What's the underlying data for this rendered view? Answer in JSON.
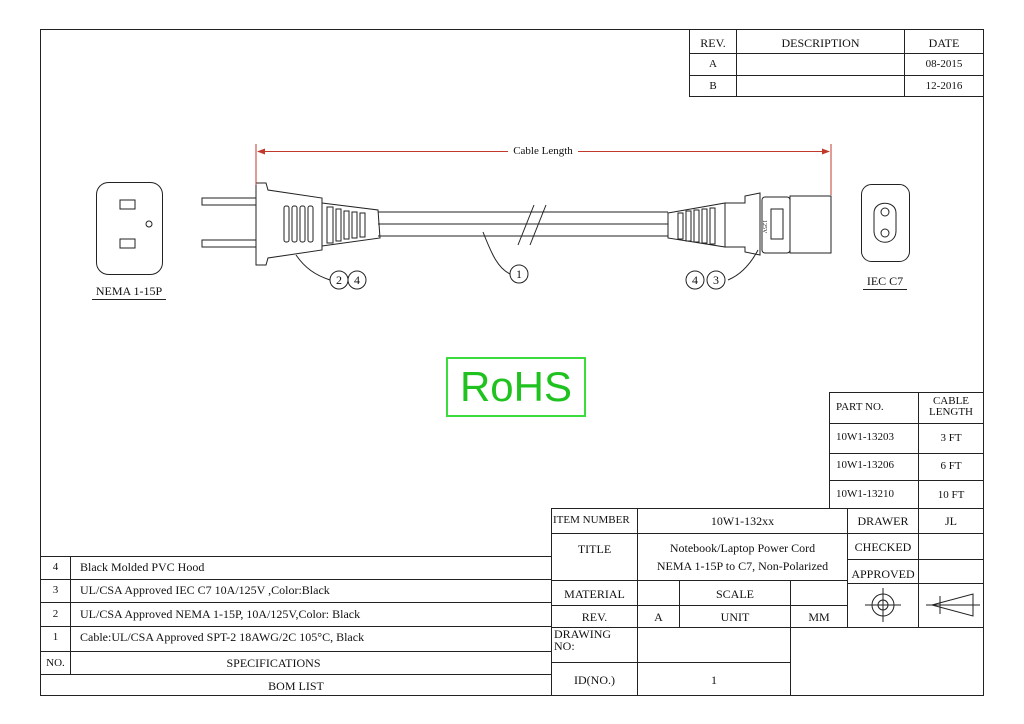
{
  "revision_table": {
    "headers": [
      "REV.",
      "DESCRIPTION",
      "DATE"
    ],
    "rows": [
      {
        "rev": "A",
        "description": "",
        "date": "08-2015"
      },
      {
        "rev": "B",
        "description": "",
        "date": "12-2016"
      }
    ]
  },
  "drawing": {
    "cable_length_label": "Cable Length",
    "plug_face_label": "NEMA 1-15P",
    "connector_face_label": "IEC C7",
    "connector_rating_text": "125V",
    "balloons": [
      "2",
      "4",
      "1",
      "4",
      "3"
    ]
  },
  "rohs": {
    "label": "RoHS",
    "color": "#1fc21f"
  },
  "part_table": {
    "headers": [
      "PART NO.",
      "CABLE\nLENGTH"
    ],
    "rows": [
      {
        "part_no": "10W1-13203",
        "length": "3 FT"
      },
      {
        "part_no": "10W1-13206",
        "length": "6 FT"
      },
      {
        "part_no": "10W1-13210",
        "length": "10 FT"
      }
    ]
  },
  "title_block": {
    "item_number_label": "ITEM NUMBER",
    "item_number": "10W1-132xx",
    "drawer_label": "DRAWER",
    "drawer": "JL",
    "title_label": "TITLE",
    "title_line1": "Notebook/Laptop Power Cord",
    "title_line2": "NEMA 1-15P to C7, Non-Polarized",
    "checked_label": "CHECKED",
    "approved_label": "APPROVED",
    "material_label": "MATERIAL",
    "scale_label": "SCALE",
    "rev_label": "REV.",
    "rev": "A",
    "unit_label": "UNIT",
    "unit": "MM",
    "drawing_no_label": "DRAWING\nNO:",
    "id_label": "ID(NO.)",
    "id": "1"
  },
  "bom": {
    "rows": [
      {
        "no": "4",
        "spec": "Black Molded PVC Hood"
      },
      {
        "no": "3",
        "spec": "UL/CSA Approved IEC C7 10A/125V ,Color:Black"
      },
      {
        "no": "2",
        "spec": "UL/CSA Approved NEMA 1-15P, 10A/125V,Color: Black"
      },
      {
        "no": "1",
        "spec": "Cable:UL/CSA Approved SPT-2 18AWG/2C 105°C, Black"
      }
    ],
    "no_header": "NO.",
    "spec_header": "SPECIFICATIONS",
    "footer": "BOM LIST"
  },
  "colors": {
    "dimension_line": "#c0392b",
    "rohs_border": "#3ddc3d"
  }
}
